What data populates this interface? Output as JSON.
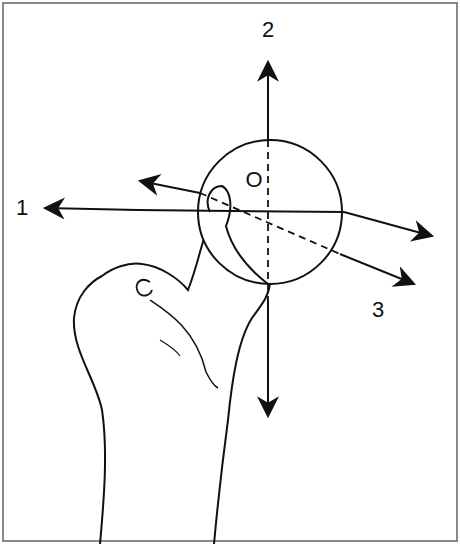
{
  "diagram": {
    "labels": [
      "2",
      "O",
      "1",
      "3"
    ]
  }
}
